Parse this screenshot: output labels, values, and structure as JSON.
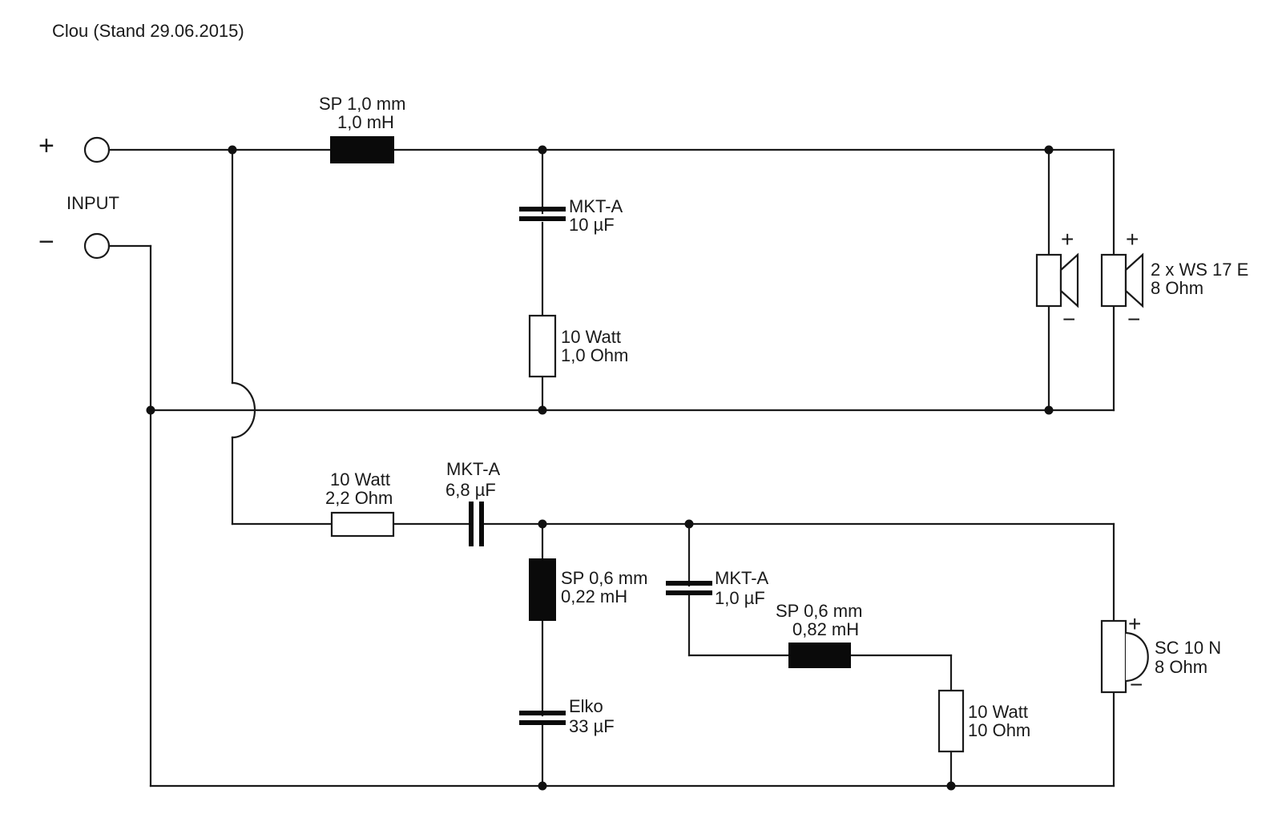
{
  "title": "Clou (Stand 29.06.2015)",
  "input": {
    "label": "INPUT",
    "plus_sign": "+",
    "minus_sign": "−"
  },
  "components": {
    "coil_main": {
      "line1": "SP 1,0 mm",
      "line2": "1,0 mH"
    },
    "cap_woofer": {
      "line1": "MKT-A",
      "line2": "10 µF"
    },
    "res_woofer": {
      "line1": "10 Watt",
      "line2": "1,0 Ohm"
    },
    "woofers": {
      "line1": "2 x WS 17 E",
      "line2": "8 Ohm",
      "plus": "+",
      "minus": "−"
    },
    "res_tweeter": {
      "line1": "10 Watt",
      "line2": "2,2 Ohm"
    },
    "cap_tweeter": {
      "line1": "MKT-A",
      "line2": "6,8 µF"
    },
    "coil_tweeter_shunt": {
      "line1": "SP 0,6 mm",
      "line2": "0,22 mH"
    },
    "elko": {
      "line1": "Elko",
      "line2": "33 µF"
    },
    "cap_notch": {
      "line1": "MKT-A",
      "line2": "1,0 µF"
    },
    "coil_notch": {
      "line1": "SP 0,6 mm",
      "line2": "0,82 mH"
    },
    "res_notch": {
      "line1": "10 Watt",
      "line2": "10 Ohm"
    },
    "tweeter": {
      "line1": "SC 10 N",
      "line2": "8 Ohm",
      "plus": "+",
      "minus": "−"
    }
  },
  "colors": {
    "line": "#1a1a1a",
    "fill_solid": "#0a0a0a",
    "background": "#ffffff"
  }
}
